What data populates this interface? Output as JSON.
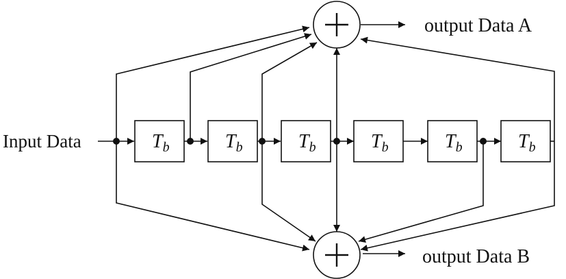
{
  "labels": {
    "input": "Input Data",
    "output_a": "output Data A",
    "output_b": "output Data B"
  },
  "delay": {
    "symbol": "T",
    "subscript": "b"
  },
  "adder_symbol": "+",
  "colors": {
    "stroke": "#111111",
    "background": "#ffffff"
  }
}
